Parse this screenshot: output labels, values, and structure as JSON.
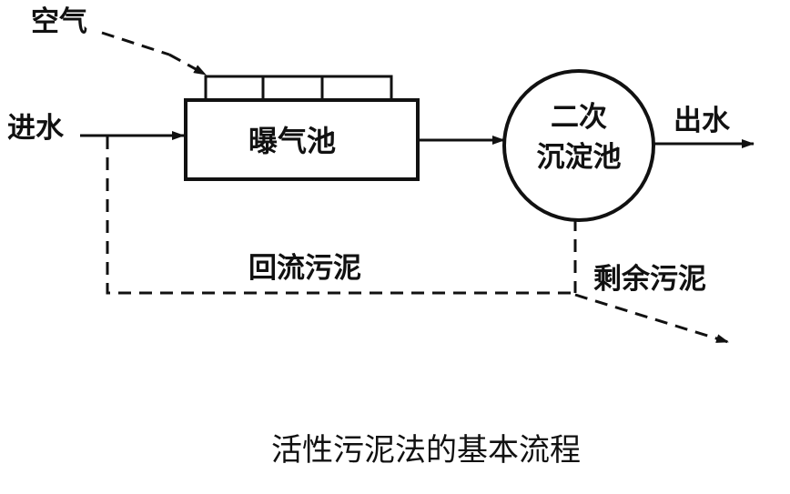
{
  "labels": {
    "air": "空气",
    "water_in": "进水",
    "aeration_tank": "曝气池",
    "secondary_clarifier_line1": "二次",
    "secondary_clarifier_line2": "沉淀池",
    "water_out": "出水",
    "return_sludge": "回流污泥",
    "excess_sludge": "剩余污泥"
  },
  "caption": "活性污泥法的基本流程",
  "colors": {
    "ink": "#111111",
    "background": "#ffffff"
  }
}
